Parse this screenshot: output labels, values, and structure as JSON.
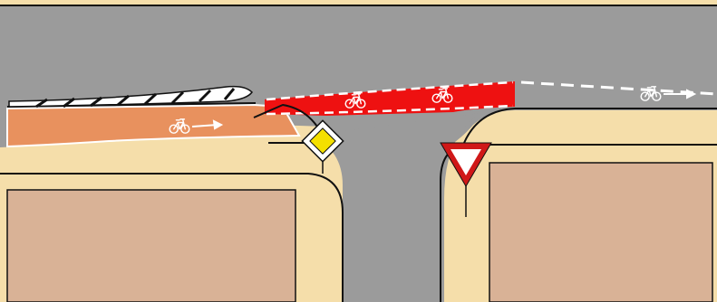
{
  "colors": {
    "background": "#ffffff",
    "sidewalk": "#f5deaa",
    "building": "#d9b296",
    "road": "#9b9b9b",
    "bike_lane_red": "#ee1111",
    "bike_lane_orange": "#e8915e",
    "lane_marking": "#ffffff",
    "outline": "#111111",
    "priority_sign_fill": "#f4e000",
    "yield_sign_border": "#d01818"
  },
  "icons": {
    "bicycle": "bicycle-icon",
    "arrow": "arrow-right-icon",
    "priority_road_sign": "priority-road-sign-icon",
    "yield_sign": "yield-sign-icon"
  },
  "scene": {
    "bicycle_symbols_shown": 4,
    "signs": [
      "priority-road",
      "yield"
    ]
  }
}
